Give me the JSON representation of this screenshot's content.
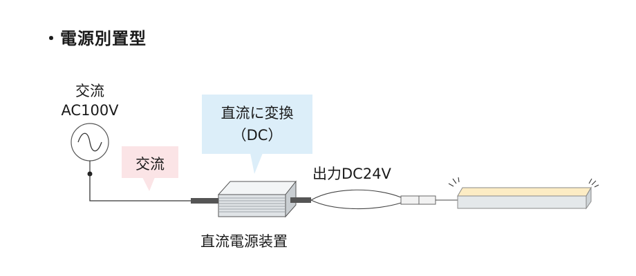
{
  "heading": "・電源別置型",
  "ac_source": {
    "line1": "交流",
    "line2": "AC100V"
  },
  "callout_ac": {
    "label": "交流"
  },
  "callout_dc": {
    "line1": "直流に変換",
    "line2": "（DC）"
  },
  "output_label": "出力DC24V",
  "power_unit_label": "直流電源装置",
  "colors": {
    "callout_blue": "#dceef9",
    "callout_pink": "#fbe4e6",
    "led_glow": "#fcecc4",
    "led_body": "#e4e8ea"
  }
}
